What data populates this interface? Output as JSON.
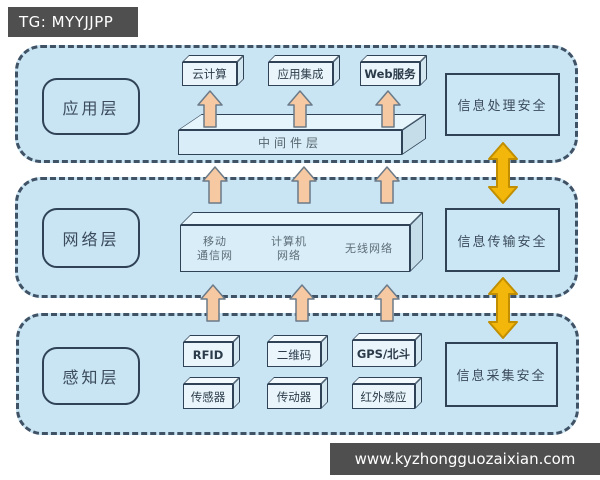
{
  "watermarks": {
    "top": "TG: MYYJJPP",
    "bottom": "www.kyzhongguozaixian.com"
  },
  "diagram": {
    "layers": [
      {
        "label": "应用层",
        "security": "信息处理安全",
        "top_boxes": [
          "云计算",
          "应用集成",
          "Web服务"
        ],
        "slab_label": "中间件层"
      },
      {
        "label": "网络层",
        "security": "信息传输安全",
        "slab_items": [
          {
            "line1": "移动",
            "line2": "通信网"
          },
          {
            "line1": "计算机",
            "line2": "网络"
          },
          {
            "line1": "无线网络",
            "line2": ""
          }
        ]
      },
      {
        "label": "感知层",
        "security": "信息采集安全",
        "tech_boxes_row1": [
          "RFID",
          "二维码",
          "GPS/北斗"
        ],
        "tech_boxes_row2": [
          "传感器",
          "传动器",
          "红外感应"
        ]
      }
    ],
    "colors": {
      "section_fill": "#c9e5f4",
      "box_fill": "#e9f5fb",
      "outline": "#2f4256",
      "up_arrow_fill": "#f6c9a2",
      "double_arrow_fill": "#f2b70a",
      "watermark_bg": "#4f4f4f"
    }
  }
}
